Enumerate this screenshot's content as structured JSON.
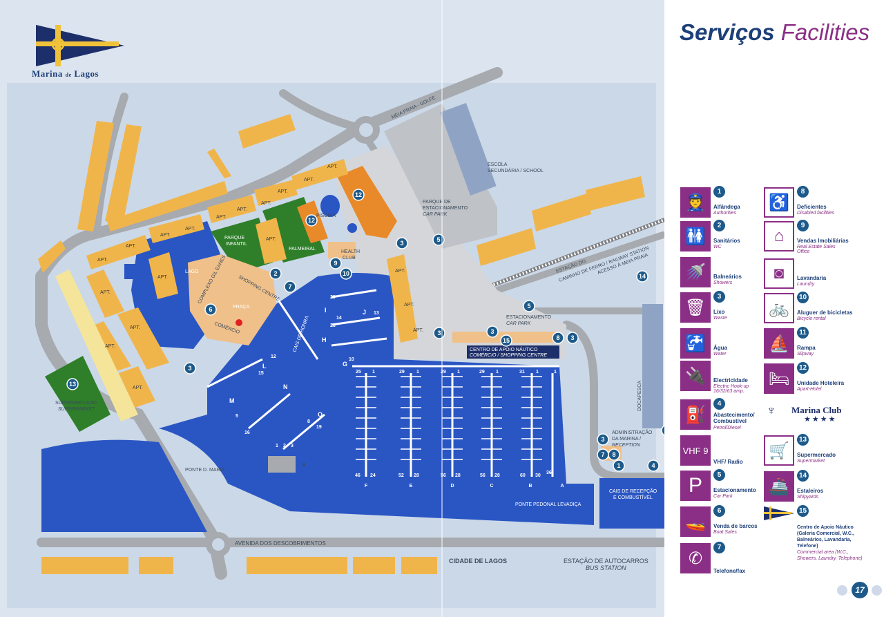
{
  "logo": {
    "text_pre": "Marina ",
    "text_de": "de",
    "text_post": " Lagos"
  },
  "title": {
    "pt": "Serviços",
    "en": "Facilities"
  },
  "page_number": "17",
  "map_labels": {
    "meia_praia_golfe": "MEIA PRAIA - GOLFE",
    "escola": "ESCOLA",
    "school": "SECUNDÁRIA / SCHOOL",
    "parque_est_1": "PARQUE DE",
    "parque_est_2": "ESTACIONAMENTO",
    "car_park": "CAR PARK",
    "piscina": "PISCINA",
    "parque_infantil_1": "PARQUE",
    "parque_infantil_2": "INFANTIL",
    "palmeiral": "PALMEIRAL",
    "lago": "LAGO",
    "health_club_1": "HEALTH",
    "health_club_2": "CLUB",
    "complexo": "COMPLEXO GIL EANES",
    "shopping": "SHOPPING CENTRE",
    "praca": "PRAÇA",
    "comercio": "COMÉRCIO",
    "estacao_cf_1": "ESTAÇÃO DO",
    "estacao_cf_2": "CAMINHO DE FERRO / RAILWAY STATION",
    "acesso": "ACESSO À MEIA PRAIA",
    "estacionamento": "ESTACIONAMENTO",
    "car_park2": "CAR PARK",
    "centro_1": "CENTRO DE APOIO NÁUTICO",
    "centro_2": "COMÉRCIO / SHOPPING CENTRE",
    "cais_honra": "CAIS DE HONRA",
    "docapesca": "DOCAPESCA",
    "admin_1": "ADMINISTRAÇÃO",
    "admin_2": "DA MARINA /",
    "admin_3": "RECEPTION",
    "cais_rec_1": "CAIS DE RECEPÇÃO",
    "cais_rec_2": "E COMBUSTÍVEL",
    "ponte_pedonal": "PONTE PEDONAL LEVADIÇA",
    "ponte_maria": "PONTE D. MARIA",
    "supermercado": "SUPERMERCADO",
    "supermarket": "SUPERMARKET",
    "avenida": "AVENIDA DOS DESCOBRIMENTOS",
    "cidade": "CIDADE DE LAGOS",
    "bus_1": "ESTAÇÃO DE AUTOCARROS",
    "bus_2": "BUS STATION",
    "apt": "APT."
  },
  "pontoons": [
    {
      "letter": "F",
      "top_a": "25",
      "top_b": "1",
      "bot_a": "46",
      "bot_b": "24"
    },
    {
      "letter": "E",
      "top_a": "29",
      "top_b": "1",
      "bot_a": "52",
      "bot_b": "28"
    },
    {
      "letter": "D",
      "top_a": "29",
      "top_b": "1",
      "bot_a": "56",
      "bot_b": "28"
    },
    {
      "letter": "C",
      "top_a": "29",
      "top_b": "1",
      "bot_a": "56",
      "bot_b": "28"
    },
    {
      "letter": "B",
      "top_a": "31",
      "top_b": "1",
      "bot_a": "60",
      "bot_b": "30"
    },
    {
      "letter": "A",
      "top_a": "",
      "top_b": "1",
      "bot_a": "36",
      "bot_b": ""
    }
  ],
  "pier_letters": [
    "G",
    "H",
    "I",
    "J",
    "L",
    "M",
    "N",
    "O"
  ],
  "pier_numbers": [
    "10",
    "12",
    "14",
    "13",
    "15",
    "16",
    "29",
    "28",
    "19",
    "1",
    "2",
    "3",
    "9",
    "5",
    "8"
  ],
  "services_left": [
    {
      "num": "1",
      "pt": "Alfândega",
      "en": "Authorities",
      "icon": "customs-officer-icon",
      "glyph": "👮"
    },
    {
      "num": "2",
      "pt": "Sanitários",
      "en": "WC",
      "icon": "toilets-icon",
      "glyph": "🚻"
    },
    {
      "num": "",
      "pt": "Balneários",
      "en": "Showers",
      "icon": "shower-icon",
      "glyph": "🚿"
    },
    {
      "num": "3",
      "pt": "Lixo",
      "en": "Waste",
      "icon": "waste-bin-icon",
      "glyph": "🗑"
    },
    {
      "num": "",
      "pt": "Água",
      "en": "Water",
      "icon": "water-tap-icon",
      "glyph": "🚰"
    },
    {
      "num": "",
      "pt": "Electricidade",
      "en": "Electric Hook-up 16/32/63 amp.",
      "icon": "electric-socket-icon",
      "glyph": "🔌"
    },
    {
      "num": "4",
      "pt": "Abastecimento/ Combustível",
      "en": "Petrol/Diesel",
      "icon": "fuel-pump-icon",
      "glyph": "⛽"
    },
    {
      "num": "",
      "pt": "VHF/ Radio",
      "en": "",
      "icon": "vhf-radio-icon",
      "glyph": "VHF 9"
    },
    {
      "num": "5",
      "pt": "Estacionamento",
      "en": "Car Park",
      "icon": "parking-icon",
      "glyph": "P"
    },
    {
      "num": "6",
      "pt": "Venda de barcos",
      "en": "Boat Sales",
      "icon": "boat-sale-icon",
      "glyph": "🚤"
    },
    {
      "num": "7",
      "pt": "Telefone/fax",
      "en": "",
      "icon": "telephone-icon",
      "glyph": "✆"
    }
  ],
  "services_right": [
    {
      "num": "8",
      "pt": "Deficientes",
      "en": "Disabled facilities",
      "icon": "wheelchair-icon",
      "glyph": "♿"
    },
    {
      "num": "9",
      "pt": "Vendas Imobiliárias",
      "en": "Real Estate Sales Office",
      "icon": "real-estate-house-icon",
      "glyph": "⌂"
    },
    {
      "num": "",
      "pt": "Lavandaria",
      "en": "Laundry",
      "icon": "washing-machine-icon",
      "glyph": "◙"
    },
    {
      "num": "10",
      "pt": "Aluguer de bicicletas",
      "en": "Bicycle rental",
      "icon": "bicycle-icon",
      "glyph": "🚲"
    },
    {
      "num": "11",
      "pt": "Rampa",
      "en": "Slipway",
      "icon": "slipway-icon",
      "glyph": "⛵"
    },
    {
      "num": "12",
      "pt": "Unidade Hoteleira",
      "en": "Apart-Hotel",
      "icon": "hotel-bed-icon",
      "glyph": "🛏"
    },
    {
      "num": "",
      "pt": "Marina Club",
      "en": "★★★★",
      "icon": "marina-club-icon",
      "glyph": "♆"
    },
    {
      "num": "13",
      "pt": "Supermercado",
      "en": "Supermarket",
      "icon": "shopping-cart-icon",
      "glyph": "🛒"
    },
    {
      "num": "14",
      "pt": "Estaleiros",
      "en": "Shipyards",
      "icon": "shipyard-icon",
      "glyph": "🚢"
    },
    {
      "num": "15",
      "pt": "Centro de Apoio Náutico (Galeria Comercial, W.C., Balneários, Lavandaria, Telefone)",
      "en": "Commercial area (W.C., Showers, Laundry, Telephone)",
      "icon": "pennant-flag-icon",
      "glyph": "⚑"
    }
  ],
  "map_badges": [
    "1",
    "2",
    "3",
    "4",
    "5",
    "6",
    "7",
    "8",
    "9",
    "10",
    "11",
    "12",
    "13",
    "14",
    "15"
  ],
  "colors": {
    "water": "#2a56c4",
    "land": "#cfdbe9",
    "road": "#a6a9ad",
    "building": "#f0b54a",
    "green": "#2f7f2a",
    "orange": "#e88a2a",
    "accent_purple": "#8b2f86",
    "accent_navy": "#1d3f78"
  }
}
